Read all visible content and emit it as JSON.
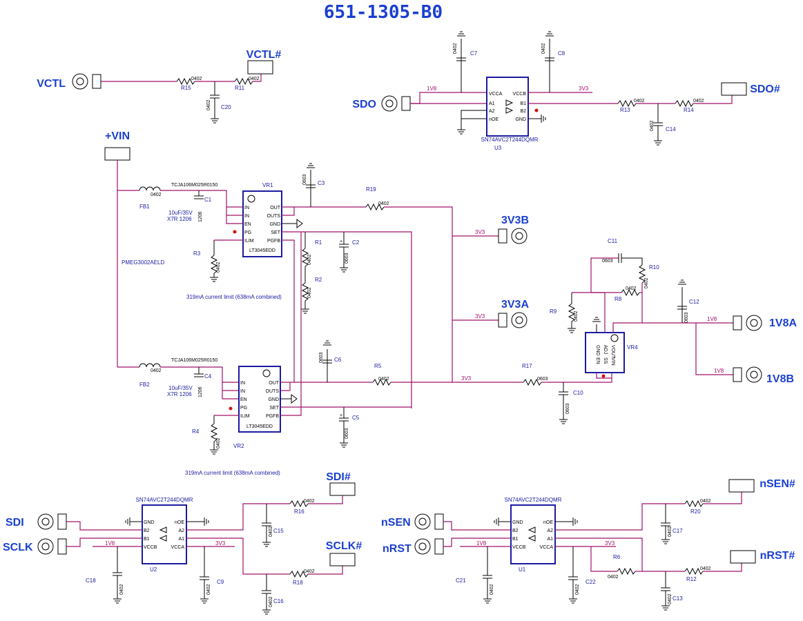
{
  "title": "651-1305-B0",
  "ports": {
    "vctl": "VCTL",
    "vctl_n": "VCTL#",
    "sdo": "SDO",
    "sdo_n": "SDO#",
    "vin": "+VIN",
    "v3v3b": "3V3B",
    "v3v3a": "3V3A",
    "v1v8a": "1V8A",
    "v1v8b": "1V8B",
    "sdi": "SDI",
    "sdi_n": "SDI#",
    "sclk": "SCLK",
    "sclk_n": "SCLK#",
    "nsen": "nSEN",
    "nsen_n": "nSEN#",
    "nrst": "nRST",
    "nrst_n": "nRST#"
  },
  "refs": {
    "r15": "R15",
    "r11": "R11",
    "c20": "C20",
    "c7": "C7",
    "c8": "C8",
    "u3": "U3",
    "r13": "R13",
    "r14": "R14",
    "c14": "C14",
    "fb1": "FB1",
    "fb2": "FB2",
    "c1": "C1",
    "c3": "C3",
    "c2": "C2",
    "c4": "C4",
    "c5": "C5",
    "c6": "C6",
    "r1": "R1",
    "r2": "R2",
    "r3": "R3",
    "r4": "R4",
    "r5": "R5",
    "r19": "R19",
    "vr1": "VR1",
    "vr2": "VR2",
    "vr4": "VR4",
    "c11": "C11",
    "r10": "R10",
    "r8": "R8",
    "r9": "R9",
    "c12": "C12",
    "r17": "R17",
    "c10": "C10",
    "u2": "U2",
    "r16": "R16",
    "r18": "R18",
    "c15": "C15",
    "c16": "C16",
    "c18": "C18",
    "c9": "C9",
    "u1": "U1",
    "r20": "R20",
    "r12": "R12",
    "r6": "R6",
    "c17": "C17",
    "c13": "C13",
    "c21": "C21",
    "c22": "C22"
  },
  "parts": {
    "buffer": "SN74AVC2T244DQMR",
    "ldo": "LT3045EDD",
    "inductor": "TCJA106M025R0150",
    "cap_value": "10uF/35V",
    "cap_type": "X7R 1206",
    "diode": "PMEG3002AELD",
    "limit_note": "319mA current limit (638mA combined)"
  },
  "packages": {
    "p0402": "0402",
    "p0603": "0603",
    "p1206": "1206"
  },
  "nets": {
    "v1v8": "1V8",
    "v3v3": "3V3"
  },
  "pins": {
    "vcca": "VCCA",
    "vccb": "VCCB",
    "a1": "A1",
    "a2": "A2",
    "b1": "B1",
    "b2": "B2",
    "noe": "nOE",
    "gnd": "GND",
    "in": "IN",
    "en": "EN",
    "pg": "PG",
    "ilim": "ILIM",
    "out": "OUT",
    "outs": "OUTS",
    "set": "SET",
    "pgfb": "PGFB",
    "adj": "ADJ",
    "vout": "VOUT",
    "ss": "SS",
    "vin": "VIN"
  },
  "colors": {
    "wire": "#a0106a",
    "part": "#1a1aa0",
    "label": "#1a3fd0",
    "marker": "#d01010"
  }
}
